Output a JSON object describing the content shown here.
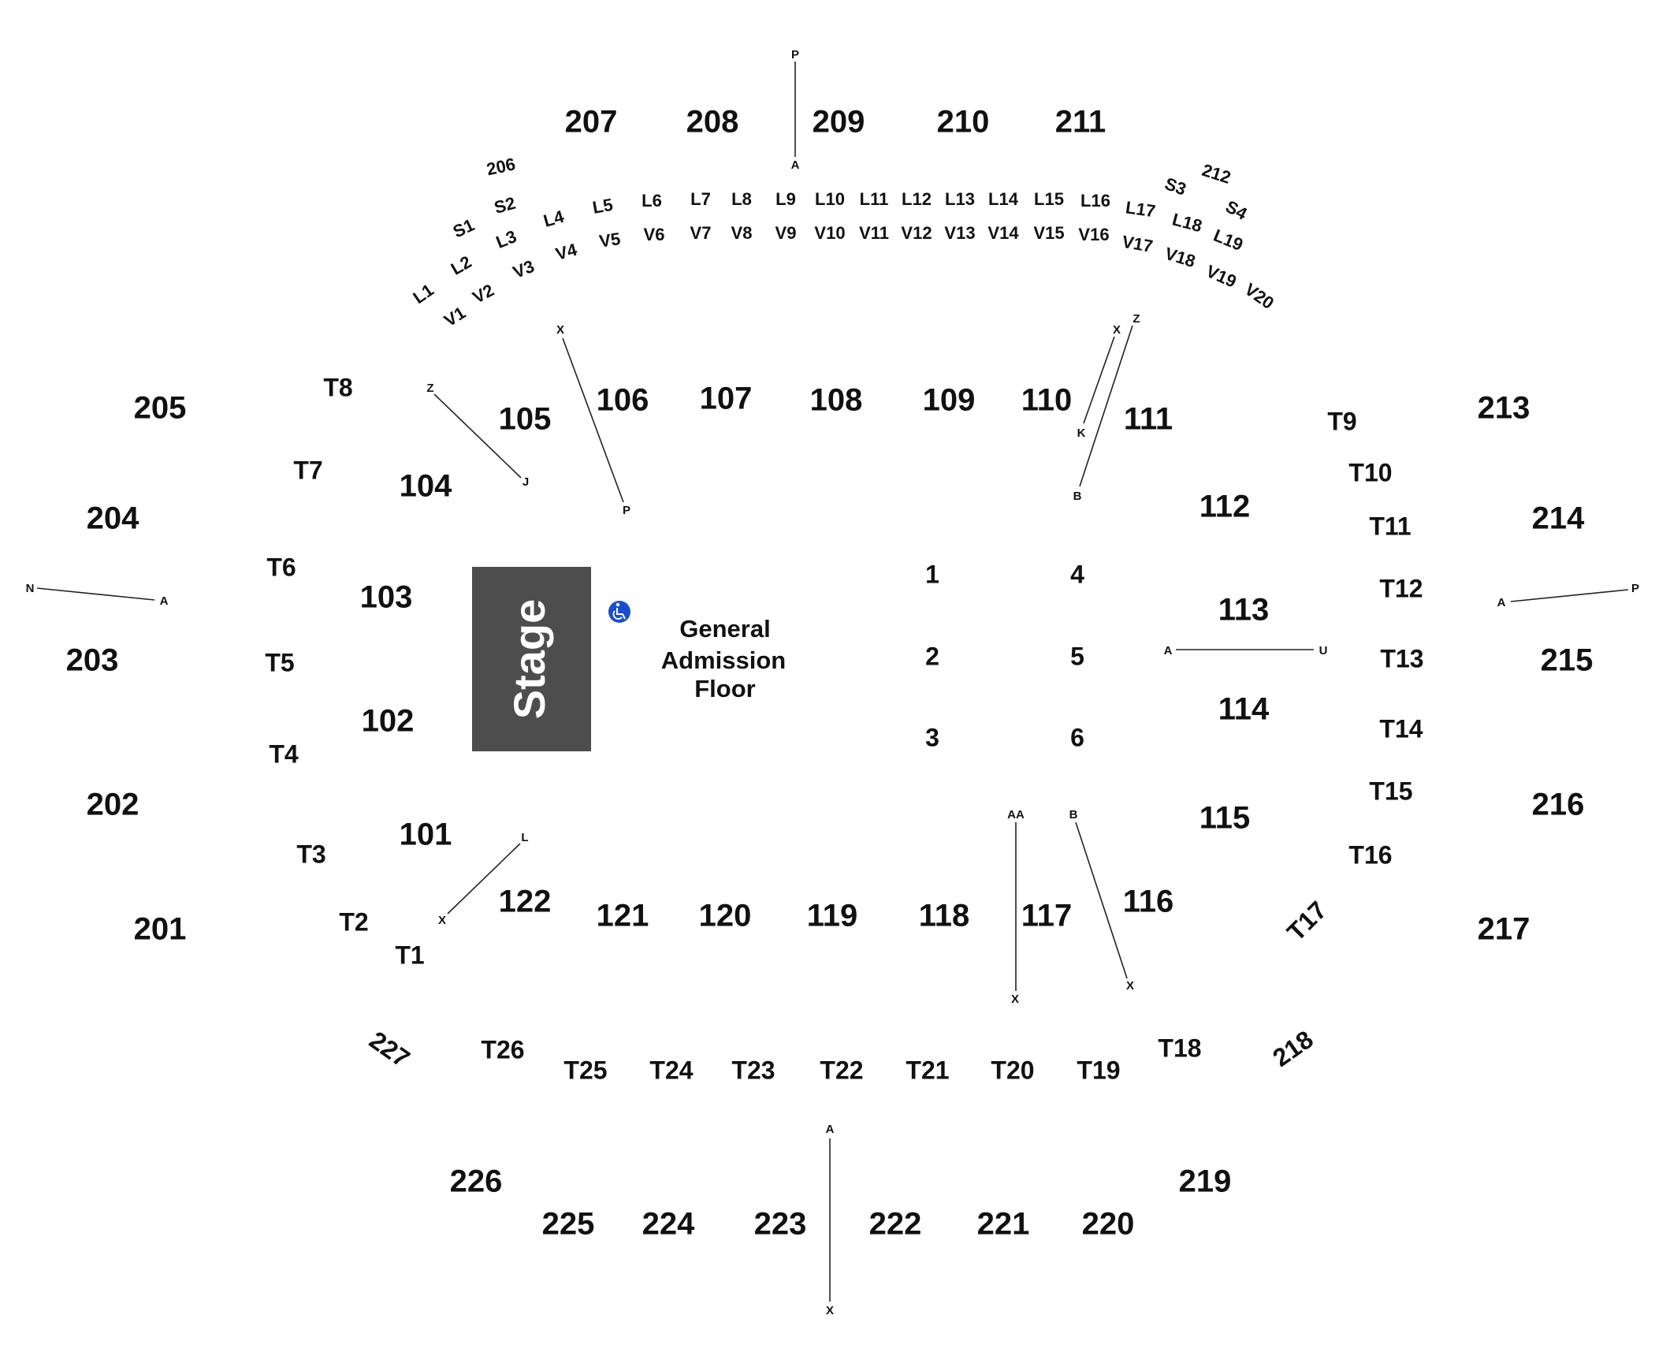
{
  "stage": {
    "label": "Stage",
    "color": "#4d4d4d"
  },
  "floor": {
    "label_lines": [
      "General",
      "Admission",
      "Floor"
    ],
    "accessible_icon": "wheelchair-icon",
    "accessible_color": "#1a4fc7",
    "sections": [
      "1",
      "2",
      "3",
      "4",
      "5",
      "6"
    ]
  },
  "lower_bowl": [
    "101",
    "102",
    "103",
    "104",
    "105",
    "106",
    "107",
    "108",
    "109",
    "110",
    "111",
    "112",
    "113",
    "114",
    "115",
    "116",
    "117",
    "118",
    "119",
    "120",
    "121",
    "122"
  ],
  "upper_bowl": [
    "201",
    "202",
    "203",
    "204",
    "205",
    "206",
    "207",
    "208",
    "209",
    "210",
    "211",
    "212",
    "213",
    "214",
    "215",
    "216",
    "217",
    "218",
    "219",
    "220",
    "221",
    "222",
    "223",
    "224",
    "225",
    "226",
    "227"
  ],
  "tables_T": [
    "T1",
    "T2",
    "T3",
    "T4",
    "T5",
    "T6",
    "T7",
    "T8",
    "T9",
    "T10",
    "T11",
    "T12",
    "T13",
    "T14",
    "T15",
    "T16",
    "T17",
    "T18",
    "T19",
    "T20",
    "T21",
    "T22",
    "T23",
    "T24",
    "T25",
    "T26"
  ],
  "boxes": {
    "S": [
      "S1",
      "S2",
      "S3",
      "S4"
    ],
    "L": [
      "L1",
      "L2",
      "L3",
      "L4",
      "L5",
      "L6",
      "L7",
      "L8",
      "L9",
      "L10",
      "L11",
      "L12",
      "L13",
      "L14",
      "L15",
      "L16",
      "L17",
      "L18",
      "L19"
    ],
    "V": [
      "V1",
      "V2",
      "V3",
      "V4",
      "V5",
      "V6",
      "V7",
      "V8",
      "V9",
      "V10",
      "V11",
      "V12",
      "V13",
      "V14",
      "V15",
      "V16",
      "V17",
      "V18",
      "V19",
      "V20"
    ]
  },
  "row_markers": {
    "top_p": "P",
    "top_a": "A",
    "left_n": "N",
    "left_a": "A",
    "right_a": "A",
    "right_p": "P",
    "bottom_a": "A",
    "bottom_x": "X",
    "div_105_z": "Z",
    "div_105_j": "J",
    "div_106_x": "X",
    "div_106_p": "P",
    "div_110_x": "X",
    "div_110_k": "K",
    "div_111_z": "Z",
    "div_111_b": "B",
    "div_113_a": "A",
    "div_113_u": "U",
    "div_122_l": "L",
    "div_122_x": "X",
    "div_117_aa": "AA",
    "div_117_x": "X",
    "div_116_b": "B",
    "div_116_x": "X"
  }
}
